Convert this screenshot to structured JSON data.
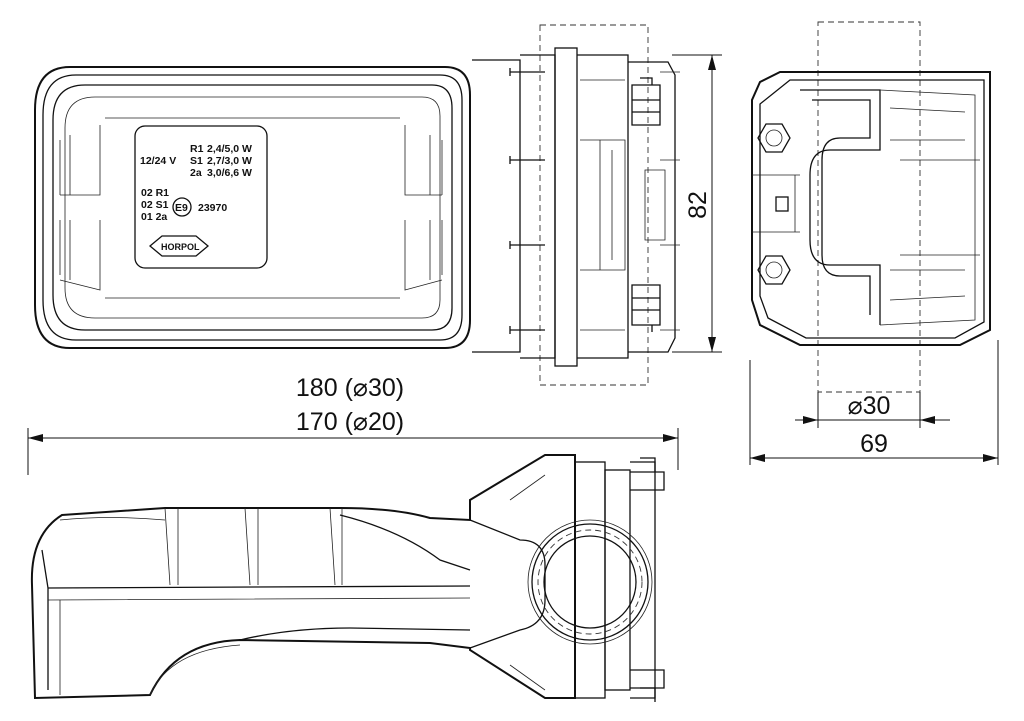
{
  "label_plate": {
    "voltage": "12/24 V",
    "ratings": [
      {
        "code": "R1",
        "value": "2,4/5,0 W"
      },
      {
        "code": "S1",
        "value": "2,7/3,0 W"
      },
      {
        "code": "2a",
        "value": "3,0/6,6 W"
      }
    ],
    "approvals": [
      "02 R1",
      "02 S1",
      "01 2a"
    ],
    "emark": "E9",
    "approval_number": "23970",
    "brand": "HORPOL"
  },
  "dimensions": {
    "length_large": "180 (⌀30)",
    "length_small": "170 (⌀20)",
    "height": "82",
    "tube_diameter": "⌀30",
    "width": "69"
  }
}
